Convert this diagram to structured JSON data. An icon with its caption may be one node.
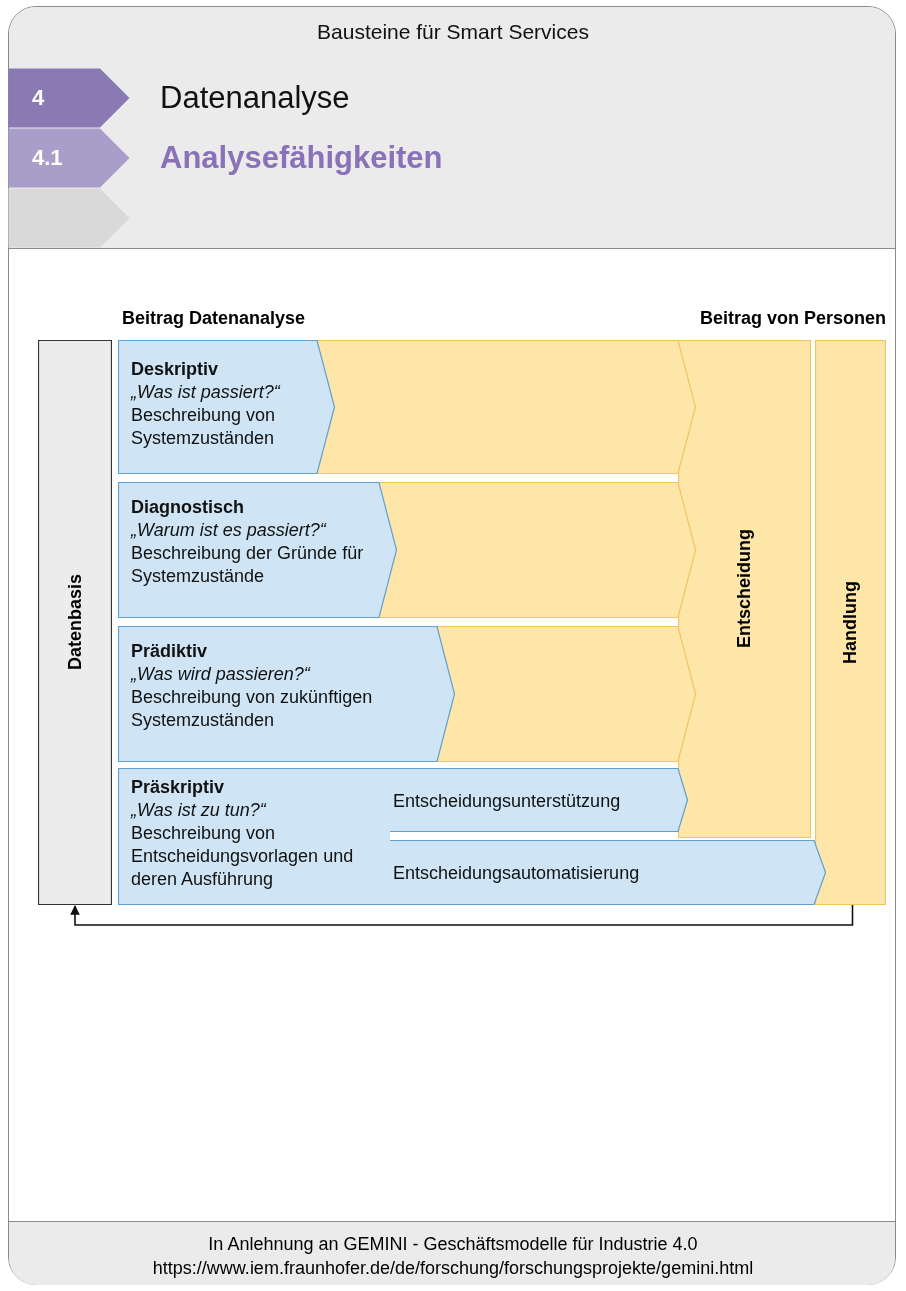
{
  "diagram": {
    "title": "Bausteine für Smart Services",
    "nodes": [
      {
        "text": [
          "4"
        ],
        "beside": [
          "Datenanalyse"
        ]
      },
      {
        "text": [
          "4.1"
        ],
        "beside": [
          "Analysefähigkeiten"
        ]
      },
      {
        "text": [],
        "shape": "chevron"
      },
      {
        "text": [
          "Datenbasis"
        ]
      },
      {
        "text": [],
        "shape": "chevron"
      },
      {
        "text": [
          "Deskriptiv",
          "„Was ist passiert?“",
          "Beschreibung von Systemzuständen"
        ],
        "in": 4
      },
      {
        "text": [],
        "shape": "chevron"
      },
      {
        "text": [
          "Diagnostisch",
          "„Warum ist es passiert?“",
          "Beschreibung der Gründe für Systemzustände"
        ],
        "in": 6
      },
      {
        "text": [],
        "shape": "chevron"
      },
      {
        "text": [
          "Prädiktiv",
          "„Was wird passieren?“",
          "Beschreibung von zukünftigen Systemzuständen"
        ],
        "in": 8
      },
      {
        "text": [
          "Präskriptiv",
          "„Was ist zu tun?“",
          "Beschreibung von Entscheidungsvorlagen und deren Ausführung"
        ]
      },
      {
        "text": [
          "Entscheidungsunterstützung"
        ]
      },
      {
        "text": [
          "Entscheidungsautomatisierung"
        ]
      },
      {
        "text": [
          "Entscheidung"
        ]
      },
      {
        "text": [
          "Handlung"
        ]
      }
    ],
    "edges": [
      {
        "from": 14,
        "to": 3,
        "arrow": "to"
      }
    ],
    "labels": [
      "Beitrag Datenanalyse",
      "Beitrag von Personen",
      "https://www.iem.fraunhofer.de/de/forschung/forschungsprojekte/gemini.html"
    ],
    "caption": "In Anlehnung an GEMINI - Geschäftsmodelle für Industrie 4.0"
  }
}
